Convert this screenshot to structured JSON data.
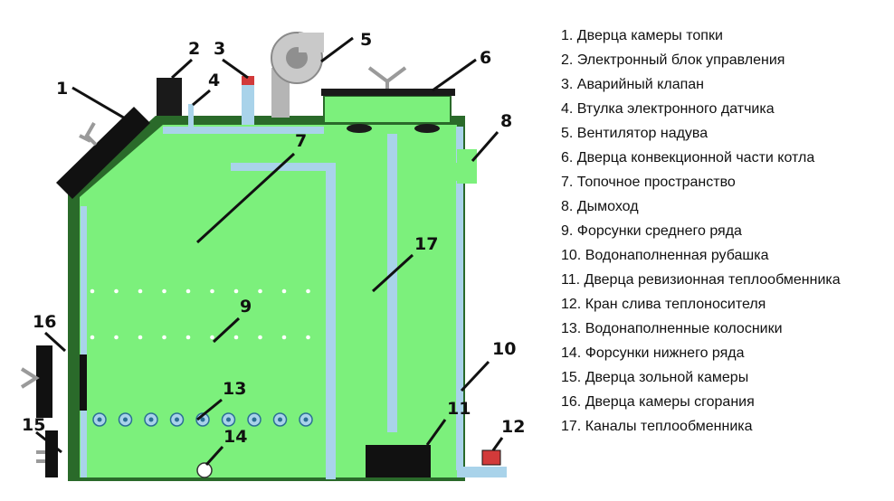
{
  "colors": {
    "body_green": "#7cf07c",
    "frame": "#2a6a2a",
    "water_blue": "#a9d3ea",
    "dark": "#111111",
    "fan_gray": "#b5b5b5",
    "red": "#d23a3a"
  },
  "callouts": [
    "1",
    "2",
    "3",
    "4",
    "5",
    "6",
    "7",
    "8",
    "9",
    "10",
    "11",
    "12",
    "13",
    "14",
    "15",
    "16",
    "17"
  ],
  "legend": [
    "1. Дверца камеры топки",
    "2. Электронный блок управления",
    "3. Аварийный клапан",
    "4. Втулка электронного датчика",
    "5. Вентилятор надува",
    "6. Дверца конвекционной части котла",
    "7. Топочное пространство",
    "8. Дымоход",
    "9. Форсунки среднего ряда",
    "10. Водонаполненная рубашка",
    "11. Дверца ревизионная теплообменника",
    "12. Кран слива теплоносителя",
    "13. Водонаполненные колосники",
    "14. Форсунки нижнего ряда",
    "15. Дверца зольной камеры",
    "16. Дверца камеры сгорания",
    "17. Каналы теплообменника"
  ]
}
